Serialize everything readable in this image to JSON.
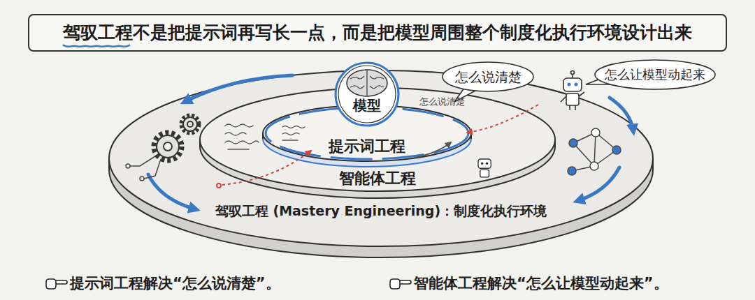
{
  "diagram": {
    "title": "驾驭工程不是把提示词再写长一点，而是把模型周围整个制度化执行环境设计出来",
    "nodes": [
      {
        "text": [
          "驾驭工程 (Mastery Engineering)：制度化执行环境"
        ]
      },
      {
        "text": [
          "智能体工程"
        ],
        "in": 0
      },
      {
        "text": [
          "提示词工程"
        ],
        "in": 1
      },
      {
        "text": [
          "模型"
        ],
        "in": 2
      },
      {
        "text": [
          "怎么说清楚"
        ]
      },
      {
        "text": [
          "怎么让模型动起来"
        ]
      }
    ],
    "labels": [
      "怎么说清楚",
      "提示词工程解决“怎么说清楚”。",
      "智能体工程解决“怎么让模型动起来”。"
    ]
  }
}
